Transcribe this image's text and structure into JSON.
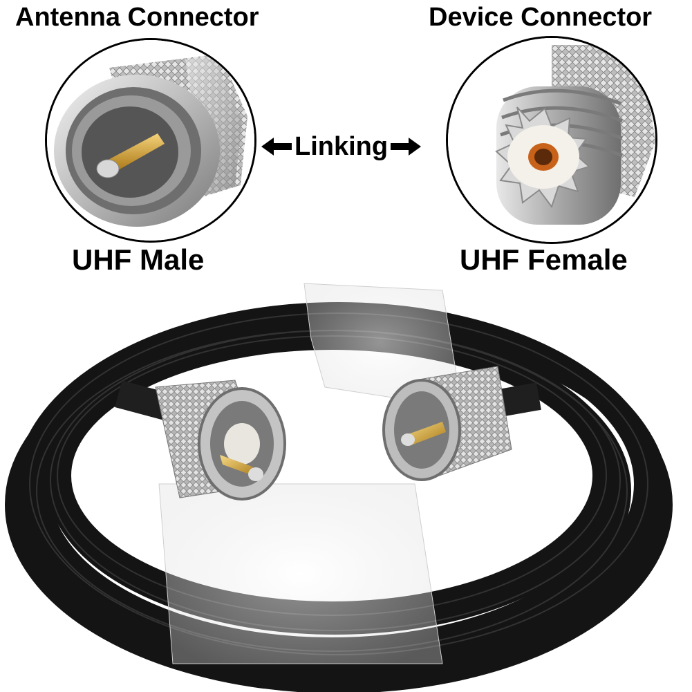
{
  "labels": {
    "antenna_connector": "Antenna Connector",
    "device_connector": "Device Connector",
    "linking": "Linking",
    "uhf_male": "UHF Male",
    "uhf_female": "UHF Female"
  },
  "icons": {
    "arrow_left": "left-arrow-icon",
    "arrow_right": "right-arrow-icon"
  },
  "colors": {
    "text": "#000000",
    "metal": "#c9c9c9",
    "gold": "#d4a020",
    "copper": "#c8621a",
    "cable": "#141414",
    "background": "#ffffff"
  }
}
